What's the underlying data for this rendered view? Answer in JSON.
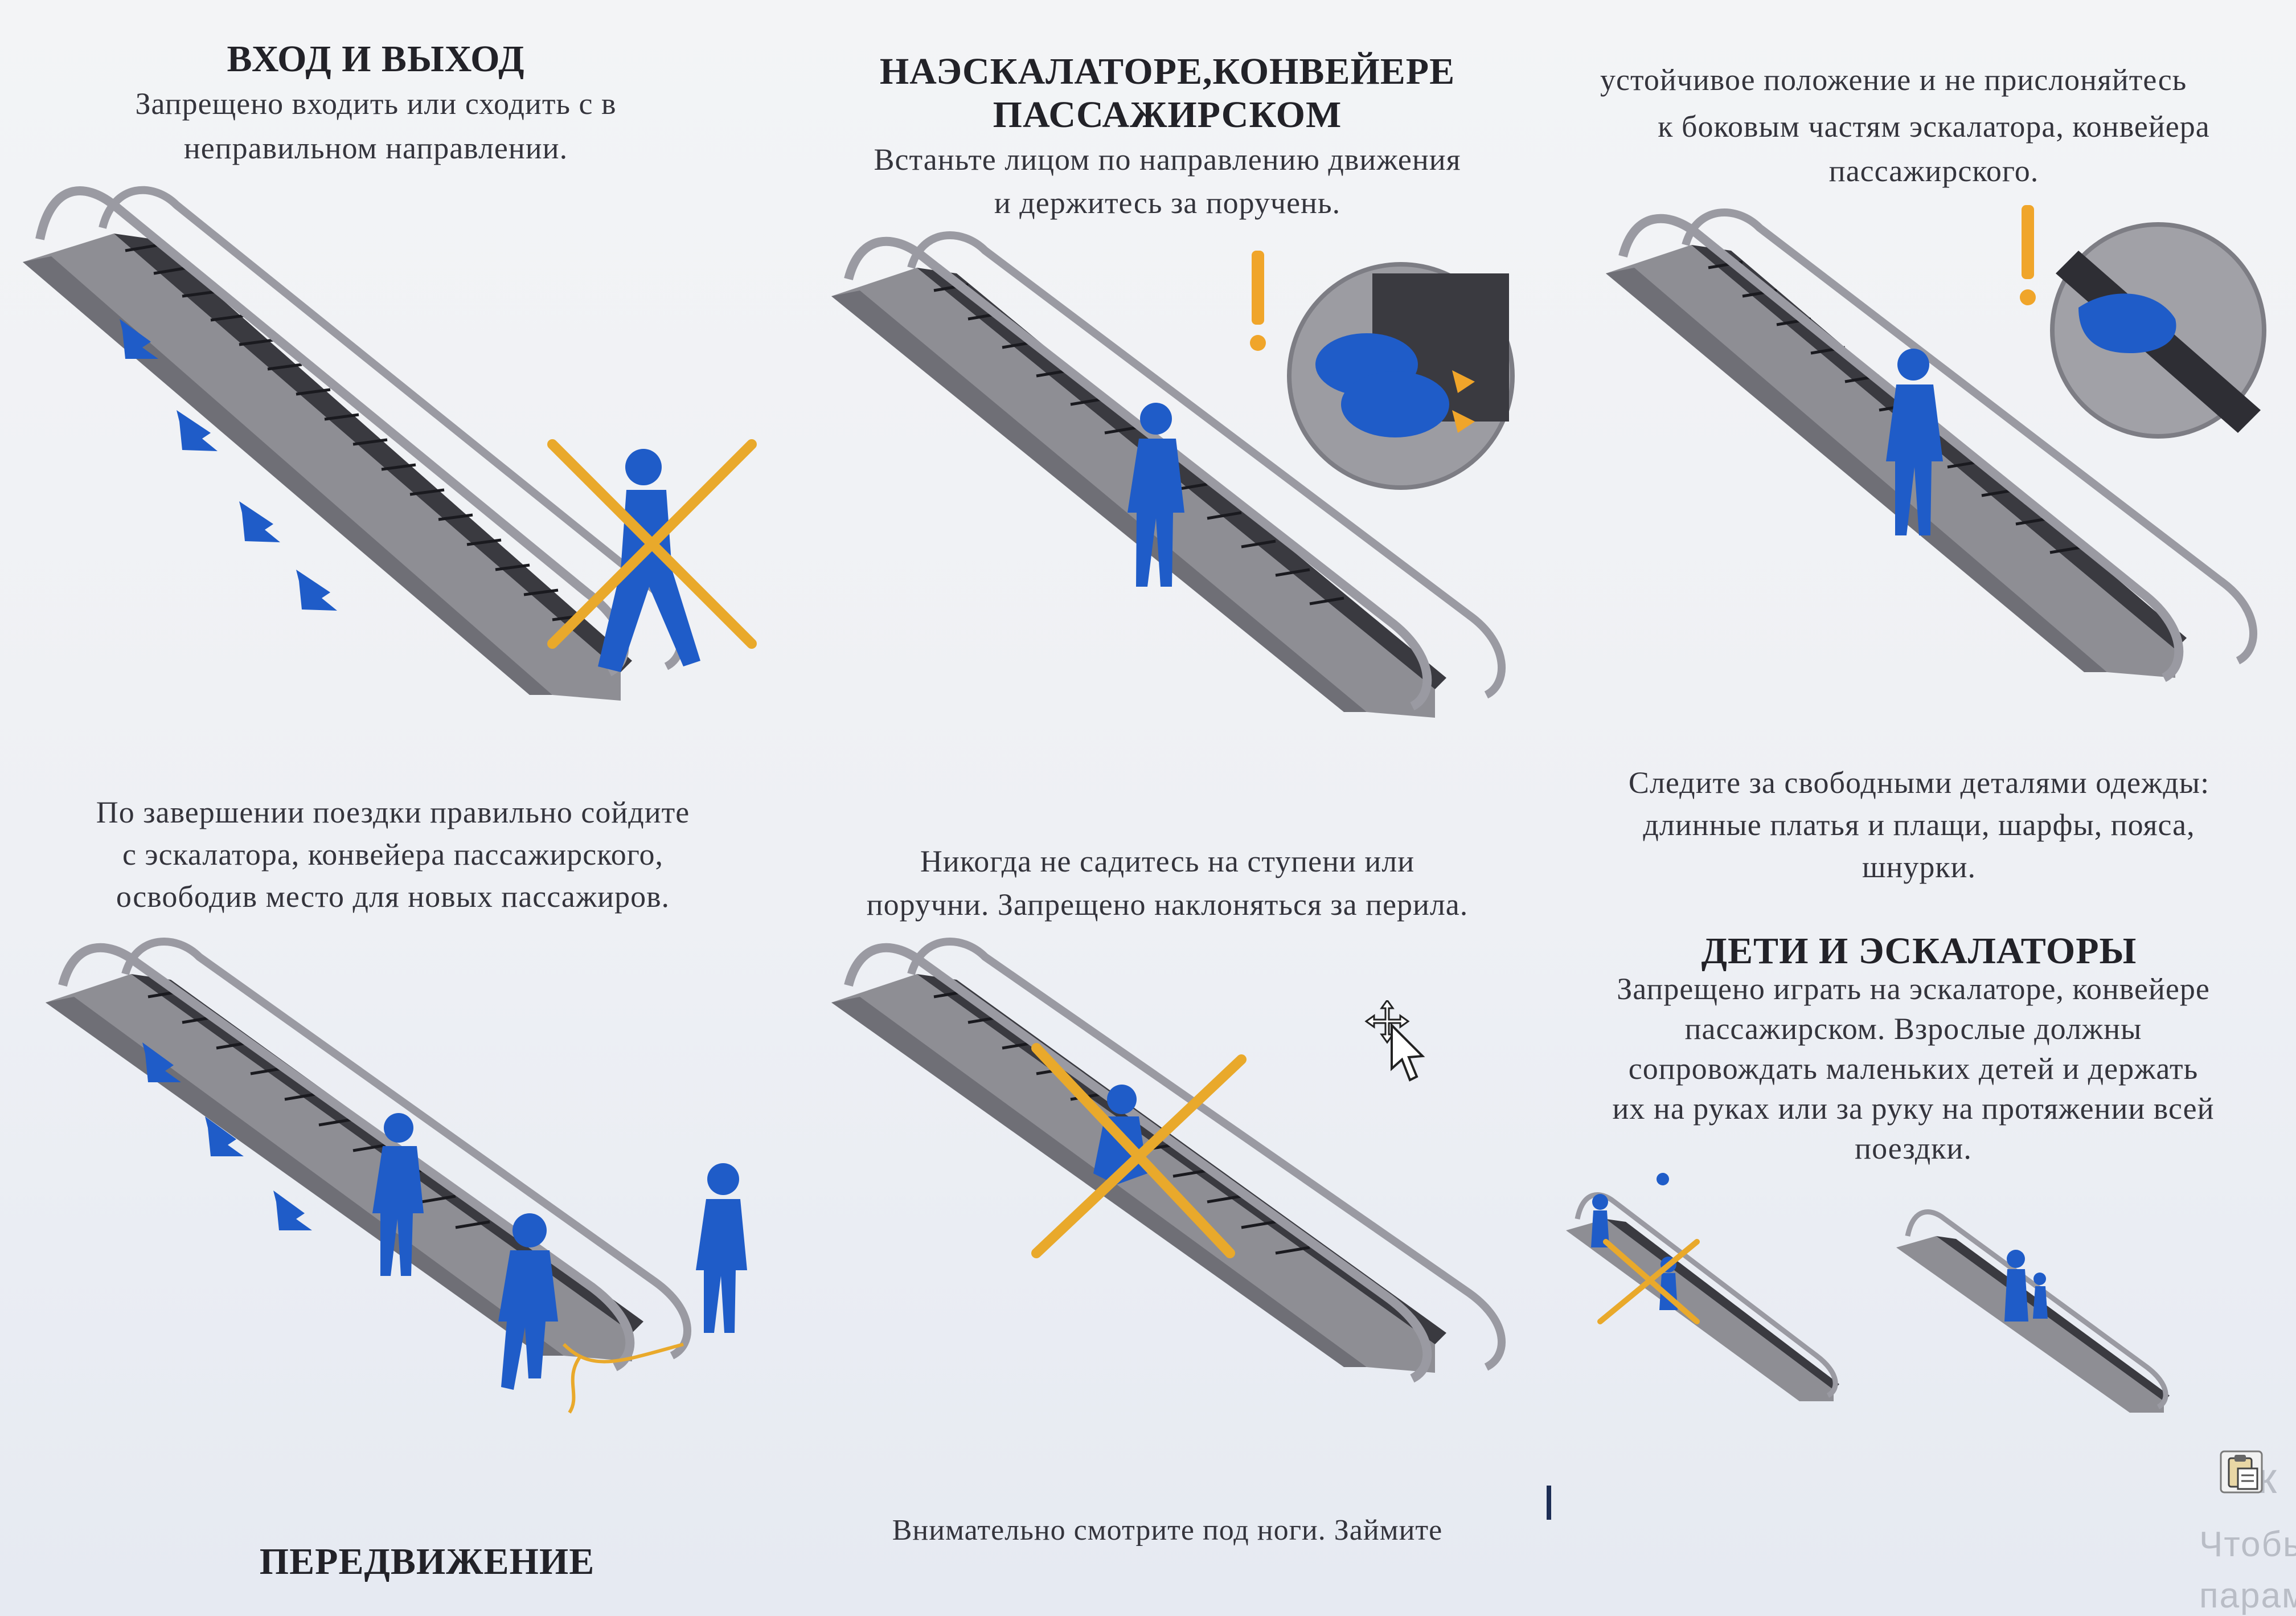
{
  "panels": {
    "entry": {
      "title": "ВХОД И ВЫХОД",
      "line1": "Запрещено входить или сходить с в",
      "line2": "неправильном направлении."
    },
    "onboard": {
      "title_line1": "НАЭСКАЛАТОРЕ,КОНВЕЙЕРЕ",
      "title_line2": "ПАССАЖИРСКОМ",
      "line1": "Встаньте лицом по направлению движения",
      "line2": "и держитесь за поручень."
    },
    "stable": {
      "line1": "устойчивое положение и не прислоняйтесь",
      "line2": "к боковым частям эскалатора, конвейера",
      "line3": "пассажирского."
    },
    "exit": {
      "line1": "По завершении поездки правильно сойдите",
      "line2": "с эскалатора, конвейера пассажирского,",
      "line3": "освободив место для новых пассажиров."
    },
    "sitting": {
      "line1": "Никогда не садитесь на ступени или",
      "line2": "поручни. Запрещено наклоняться за перила."
    },
    "clothes": {
      "line1": "Следите за свободными деталями одежды:",
      "line2": "длинные платья и плащи, шарфы, пояса,",
      "line3": "шнурки."
    },
    "children": {
      "title": "ДЕТИ И ЭСКАЛАТОРЫ",
      "line1": "Запрещено играть на эскалаторе, конвейере",
      "line2": "пассажирском. Взрослые должны",
      "line3": "сопровождать маленьких детей и держать",
      "line4": "их на руках или за руку на протяжении всей",
      "line5": "поездки."
    },
    "movement": {
      "title": "ПЕРЕДВИЖЕНИЕ"
    },
    "footer": {
      "text": "Внимательно смотрите под ноги. Займите"
    }
  },
  "side_overlay": {
    "line1": "Ак",
    "line2": "Чтобы",
    "line3": "парам"
  },
  "colors": {
    "figure": "#1f5cc8",
    "cross": "#e9a92b",
    "escalator_body": "#8e8e94",
    "steps": "#333338",
    "alert": "#f0a52a"
  },
  "icons": {
    "cursor": "move-cursor-icon",
    "clipboard": "clipboard-icon",
    "caret": "text-caret"
  }
}
